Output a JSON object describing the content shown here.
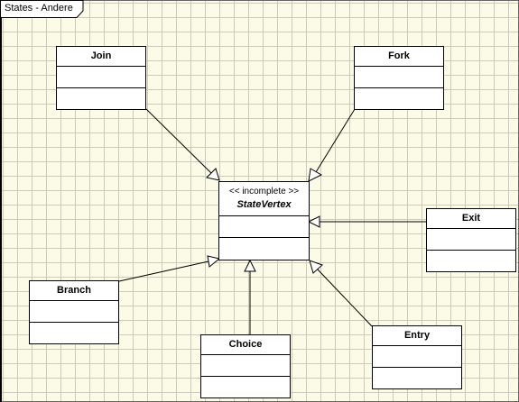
{
  "frame": {
    "title": "States - Andere"
  },
  "center_class": {
    "stereotype": "<< incomplete >>",
    "name": "StateVertex"
  },
  "classes": {
    "join": {
      "name": "Join"
    },
    "fork": {
      "name": "Fork"
    },
    "exit": {
      "name": "Exit"
    },
    "branch": {
      "name": "Branch"
    },
    "choice": {
      "name": "Choice"
    },
    "entry": {
      "name": "Entry"
    }
  },
  "colors": {
    "canvas": "#fbfbe8",
    "grid": "#c9c9c9",
    "line": "#000000",
    "box_fill": "#ffffff"
  }
}
